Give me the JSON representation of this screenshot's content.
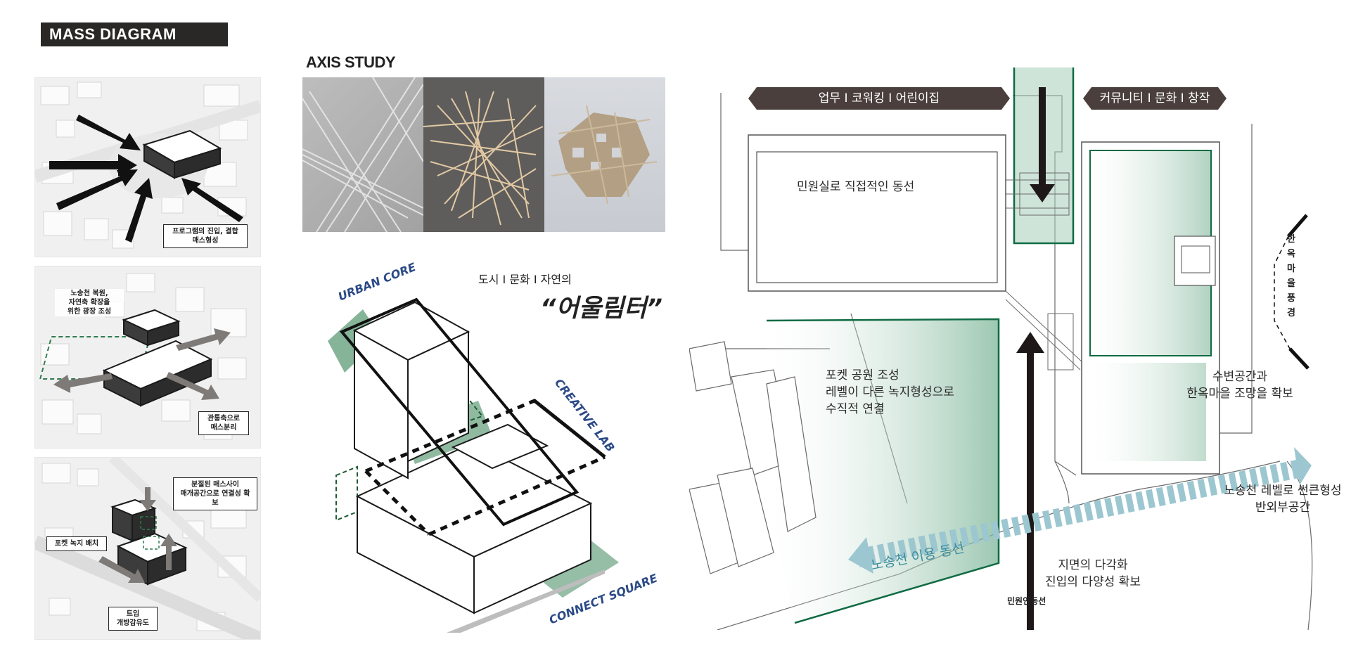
{
  "header": {
    "title": "MASS DIAGRAM"
  },
  "mass_diagrams": [
    {
      "labels": [
        "프로그램의 진입, 결합\n매스형성"
      ]
    },
    {
      "labels": [
        "노송천 복원,\n자연축 확장을\n위한 광장 조성",
        "관통축으로\n매스분리"
      ]
    },
    {
      "labels": [
        "분절된 매스사이\n매개공간으로 연결성 확보",
        "포켓 녹지 배치",
        "트임\n개방감유도"
      ]
    }
  ],
  "axis_study": {
    "title": "AXIS STUDY"
  },
  "concept": {
    "subtitle": "도시 I 문화 I 자연의",
    "headline": "“어울림터”",
    "urban_core": "URBAN CORE",
    "creative_lab": "CREATIVE LAB",
    "connect_square": "CONNECT SQUARE"
  },
  "site_plan": {
    "tag_left": "업무 I 코워킹 I 어린이집",
    "tag_right": "커뮤니티 I 문화 I 창작",
    "note_civil": "민원실로 직접적인 동선",
    "note_pocket": "포켓 공원 조성\n레벨이 다른 녹지형성으로\n수직적 연결",
    "note_water": "수변공간과\n한옥마을 조망을 확보",
    "note_hanok_view": "한\n옥\n마\n을\n풍\n경",
    "note_nosong_level": "노송천 레벨로 썬큰형성\n반외부공간",
    "note_nosong_path": "노송천 이용 동선",
    "note_ground": "지면의 다각화\n진입의 다양성 확보",
    "note_civil_path": "민원인동선"
  },
  "colors": {
    "dark": "#2a2727",
    "green": "#0f6b43",
    "green_fill": "#a8cdb8",
    "teal": "#9cc7d1",
    "navy": "#2b4a86"
  }
}
